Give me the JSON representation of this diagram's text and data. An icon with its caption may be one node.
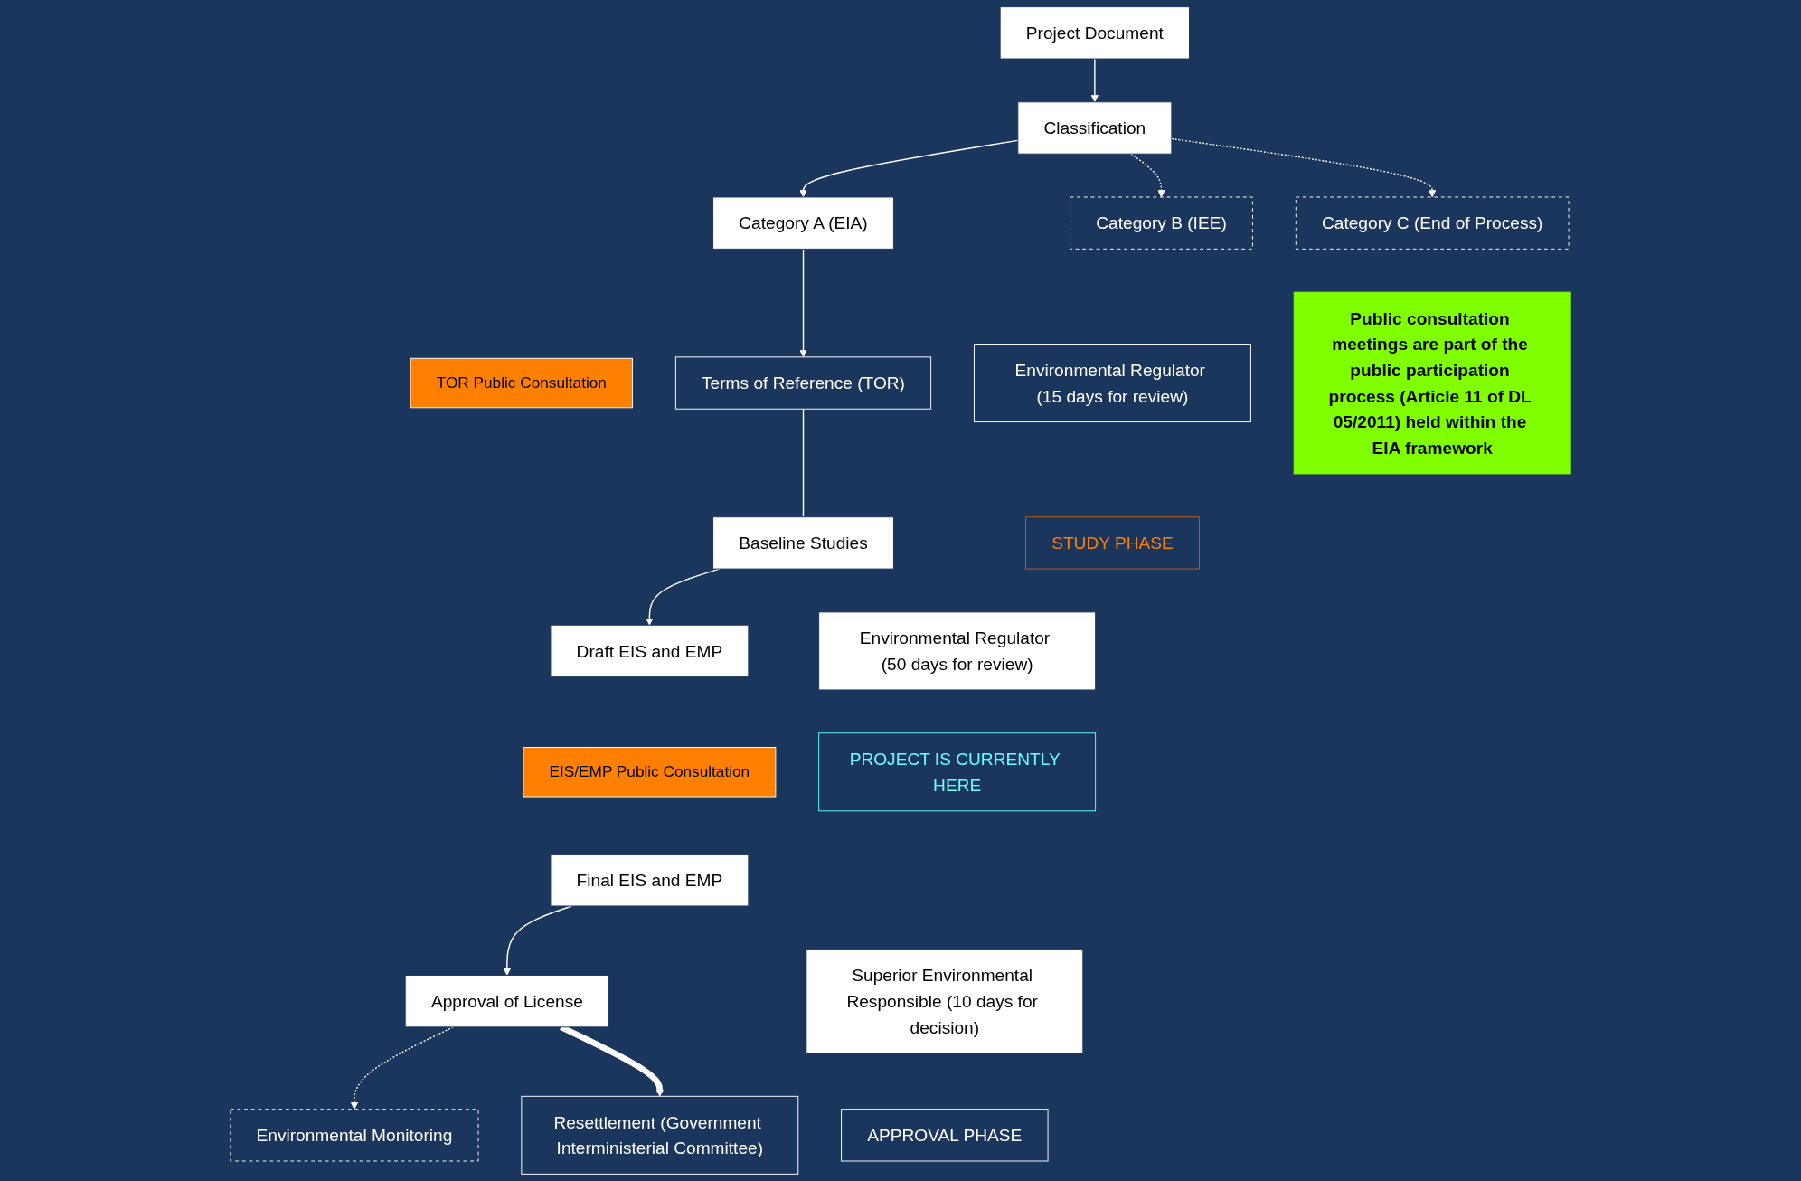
{
  "diagram": {
    "nodes": [
      {
        "text": [
          "Project Document"
        ]
      },
      {
        "text": [
          "Classification"
        ]
      },
      {
        "text": [
          "Category A (EIA)"
        ]
      },
      {
        "text": [
          "Category B (IEE)"
        ]
      },
      {
        "text": [
          "Category C (End of Process)"
        ]
      },
      {
        "text": [
          "TOR Public Consultation"
        ]
      },
      {
        "text": [
          "Terms of Reference (TOR)"
        ]
      },
      {
        "text": [
          "Environmental Regulator (15 days for review)"
        ]
      },
      {
        "text": [
          "Baseline Studies"
        ]
      },
      {
        "text": [
          "Draft EIS and EMP"
        ]
      },
      {
        "text": [
          "Environmental Regulator (50 days for review)"
        ]
      },
      {
        "text": [
          "EIS/EMP Public Consultation"
        ]
      },
      {
        "text": [
          "Final EIS and EMP"
        ]
      },
      {
        "text": [
          "Approval of License"
        ]
      },
      {
        "text": [
          "Superior Environmental Responsible (10 days for decision)"
        ]
      },
      {
        "text": [
          "Environmental Monitoring"
        ]
      },
      {
        "text": [
          "Resettlement (Government Interministerial Committee)"
        ]
      },
      {
        "text": [
          "STUDY PHASE"
        ]
      },
      {
        "text": [
          "PROJECT IS CURRENTLY HERE"
        ]
      },
      {
        "text": [
          "APPROVAL PHASE"
        ]
      },
      {
        "text": [
          "Public consultation meetings are part of the public participation process (Article 11 of DL 05/2011) held within the EIA framework"
        ]
      }
    ],
    "edges": [
      {
        "from": 0,
        "to": 1,
        "arrow": "to"
      },
      {
        "from": 1,
        "to": 2,
        "arrow": "to"
      },
      {
        "from": 1,
        "to": 3,
        "arrow": "to",
        "style": "dashed"
      },
      {
        "from": 1,
        "to": 4,
        "arrow": "to",
        "style": "dashed"
      },
      {
        "from": 2,
        "to": 6,
        "arrow": "to"
      },
      {
        "from": 6,
        "to": 8,
        "arrow": "none"
      },
      {
        "from": 8,
        "to": 9,
        "arrow": "to"
      },
      {
        "from": 12,
        "to": 13,
        "arrow": "to"
      },
      {
        "from": 13,
        "to": 15,
        "arrow": "to",
        "style": "dashed"
      },
      {
        "from": 13,
        "to": 16,
        "arrow": "to",
        "style": "thick"
      }
    ]
  }
}
